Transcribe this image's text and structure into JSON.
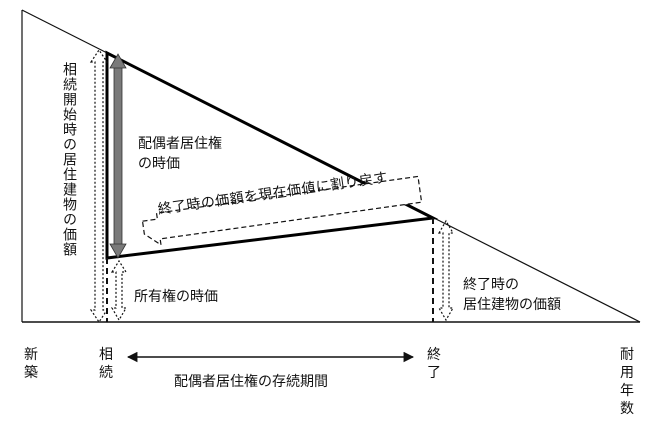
{
  "labels": {
    "initial_value": "相続開始時の居住建物の価額",
    "spouse_right": "配偶者居住権\nの時価",
    "ownership": "所有権の時価",
    "discount": "終了時の価額を現在価値に割り戻す",
    "end_value": "終了時の\n居住建物の価額",
    "period": "配偶者居住権の存続期間"
  },
  "axis": {
    "new": "新築",
    "inheritance": "相続",
    "end": "終了",
    "lifespan": "耐用年数"
  }
}
